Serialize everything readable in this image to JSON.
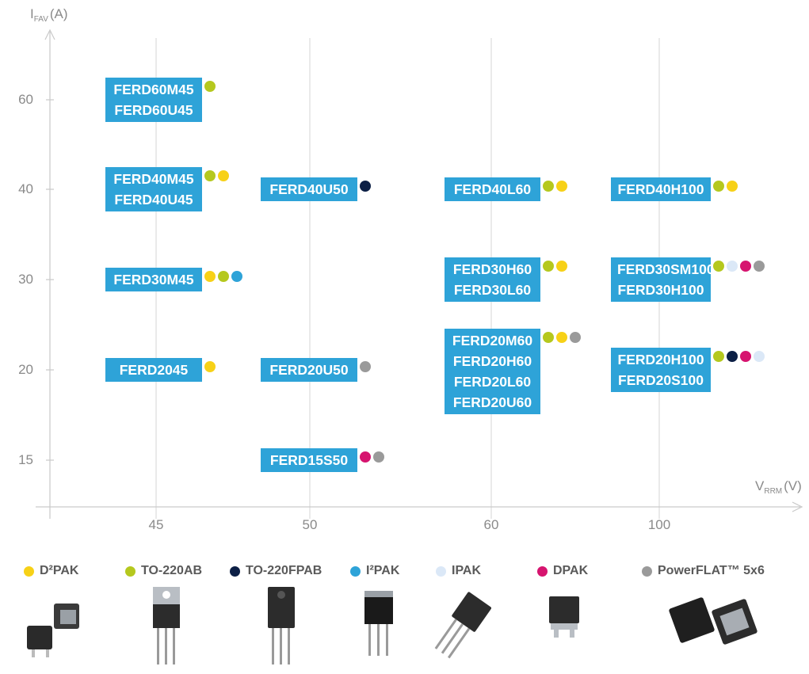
{
  "chart_data": {
    "type": "scatter",
    "y_axis_label": "I",
    "y_axis_sub": "FAV",
    "y_axis_unit": "(A)",
    "x_axis_label": "V",
    "x_axis_sub": "RRM",
    "x_axis_unit": "(V)",
    "y_ticks": [
      "60",
      "40",
      "30",
      "20",
      "15"
    ],
    "x_ticks": [
      "45",
      "50",
      "60",
      "100"
    ],
    "groups": [
      {
        "x": "45",
        "y": "60",
        "parts": [
          "FERD60M45",
          "FERD60U45"
        ],
        "packages": [
          "to220ab"
        ]
      },
      {
        "x": "45",
        "y": "40",
        "parts": [
          "FERD40M45",
          "FERD40U45"
        ],
        "packages": [
          "to220ab",
          "d2pak"
        ]
      },
      {
        "x": "45",
        "y": "30",
        "parts": [
          "FERD30M45"
        ],
        "packages": [
          "d2pak",
          "to220ab",
          "i2pak"
        ]
      },
      {
        "x": "45",
        "y": "20",
        "parts": [
          "FERD2045"
        ],
        "packages": [
          "d2pak"
        ]
      },
      {
        "x": "50",
        "y": "40",
        "parts": [
          "FERD40U50"
        ],
        "packages": [
          "to220fpab"
        ]
      },
      {
        "x": "50",
        "y": "20",
        "parts": [
          "FERD20U50"
        ],
        "packages": [
          "powerflat"
        ]
      },
      {
        "x": "50",
        "y": "15",
        "parts": [
          "FERD15S50"
        ],
        "packages": [
          "dpak",
          "powerflat"
        ]
      },
      {
        "x": "60",
        "y": "40",
        "parts": [
          "FERD40L60"
        ],
        "packages": [
          "to220ab",
          "d2pak"
        ]
      },
      {
        "x": "60",
        "y": "30",
        "parts": [
          "FERD30H60",
          "FERD30L60"
        ],
        "packages": [
          "to220ab",
          "d2pak"
        ]
      },
      {
        "x": "60",
        "y": "20",
        "parts": [
          "FERD20M60",
          "FERD20H60",
          "FERD20L60",
          "FERD20U60"
        ],
        "packages": [
          "to220ab",
          "d2pak",
          "powerflat"
        ]
      },
      {
        "x": "100",
        "y": "40",
        "parts": [
          "FERD40H100"
        ],
        "packages": [
          "to220ab",
          "d2pak"
        ]
      },
      {
        "x": "100",
        "y": "30",
        "parts": [
          "FERD30SM100",
          "FERD30H100"
        ],
        "packages": [
          "to220ab",
          "ipak",
          "dpak",
          "powerflat"
        ]
      },
      {
        "x": "100",
        "y": "20",
        "parts": [
          "FERD20H100",
          "FERD20S100"
        ],
        "packages": [
          "to220ab",
          "to220fpab",
          "dpak",
          "ipak"
        ]
      }
    ],
    "legend": [
      {
        "key": "d2pak",
        "label": "D²PAK",
        "color": "#f7d117"
      },
      {
        "key": "to220ab",
        "label": "TO-220AB",
        "color": "#b5c81e"
      },
      {
        "key": "to220fpab",
        "label": "TO-220FPAB",
        "color": "#0c1f45"
      },
      {
        "key": "i2pak",
        "label": "I²PAK",
        "color": "#2ea3d8"
      },
      {
        "key": "ipak",
        "label": "IPAK",
        "color": "#dbe8f7"
      },
      {
        "key": "dpak",
        "label": "DPAK",
        "color": "#d6146f"
      },
      {
        "key": "powerflat",
        "label": "PowerFLAT™ 5x6",
        "color": "#9a9a9a"
      }
    ],
    "label_color": "#2ea3d8",
    "grid": true
  }
}
